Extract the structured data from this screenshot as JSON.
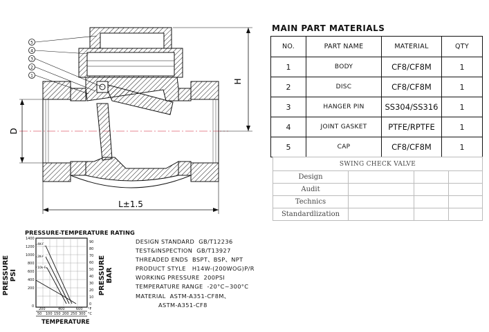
{
  "drawing": {
    "balloons": [
      "5",
      "4",
      "3",
      "2",
      "1"
    ],
    "dim_h": "H",
    "dim_d": "D",
    "dim_l": "L±1.5"
  },
  "materials": {
    "title": "MAIN PART  MATERIALS",
    "headers": [
      "NO.",
      "PART NAME",
      "MATERIAL",
      "QTY"
    ],
    "rows": [
      {
        "no": "1",
        "name": "BODY",
        "material": "CF8/CF8M",
        "qty": "1"
      },
      {
        "no": "2",
        "name": "DISC",
        "material": "CF8/CF8M",
        "qty": "1"
      },
      {
        "no": "3",
        "name": "HANGER PIN",
        "material": "SS304/SS316",
        "qty": "1"
      },
      {
        "no": "4",
        "name": "JOINT GASKET",
        "material": "PTFE/RPTFE",
        "qty": "1"
      },
      {
        "no": "5",
        "name": "CAP",
        "material": "CF8/CF8M",
        "qty": "1"
      }
    ]
  },
  "title_block": {
    "title": "SWING CHECK VALVE",
    "rows": [
      "Design",
      "Audit",
      "Technics",
      "Standardlization"
    ]
  },
  "rating_chart": {
    "title": "PRESSURE-TEMPERATURE RATING",
    "ylabel_left": "PRESSURE PSI",
    "ylabel_right": "PRESSURE BAR",
    "xlabel": "TEMPERATURE",
    "psi_ticks": [
      "1400",
      "1200",
      "1000",
      "800",
      "600",
      "400",
      "200",
      "0"
    ],
    "bar_ticks": [
      "90",
      "80",
      "70",
      "60",
      "50",
      "40",
      "30",
      "20",
      "10",
      "0"
    ],
    "f_ticks": [
      "200",
      "400",
      "600",
      "°F"
    ],
    "c_ticks": [
      "50",
      "100",
      "150",
      "200",
      "250",
      "300",
      "°C"
    ],
    "curve_labels": [
      "4K-F",
      "2K-F",
      "10k-F"
    ]
  },
  "specs": {
    "lines": [
      "DESIGN STANDARD  GB/T12236",
      "TEST&INSPECTION  GB/T13927",
      "THREADED ENDS  BSPT、BSP、NPT",
      "PRODUCT STYLE   H14W-(200WOG)P/R",
      "WORKING PRESSURE  200PSI",
      "TEMPERATURE RANGE  -20°C~300°C",
      "MATERIAL  ASTM-A351-CF8M、",
      "           ASTM-A351-CF8"
    ]
  }
}
